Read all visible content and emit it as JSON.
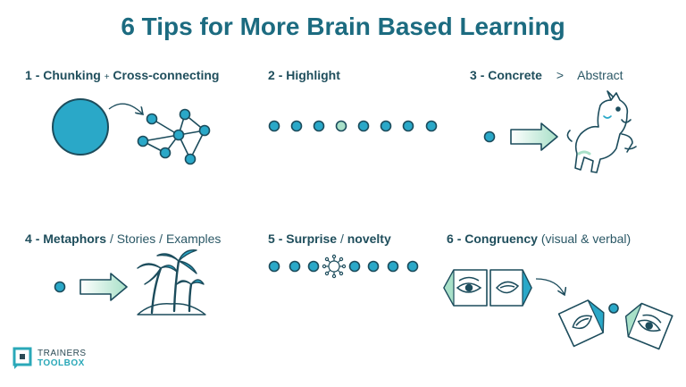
{
  "title": "6 Tips for More Brain Based Learning",
  "tips": [
    {
      "number": "1",
      "parts": [
        "Chunking",
        "+",
        "Cross-connecting"
      ]
    },
    {
      "number": "2",
      "parts": [
        "Highlight"
      ]
    },
    {
      "number": "3",
      "parts": [
        "Concrete",
        ">",
        "Abstract"
      ]
    },
    {
      "number": "4",
      "parts": [
        "Metaphors",
        "/ Stories / Examples"
      ]
    },
    {
      "number": "5",
      "parts": [
        "Surprise",
        "/",
        "novelty"
      ]
    },
    {
      "number": "6",
      "parts": [
        "Congruency",
        "(visual & verbal)"
      ]
    }
  ],
  "separator": "-",
  "logo": {
    "line1": "TRAINERS",
    "line2": "TOOLBOX"
  },
  "colors": {
    "accent": "#2aa8c8",
    "highlight": "#a8e0c8",
    "dark": "#1c4c5c"
  }
}
